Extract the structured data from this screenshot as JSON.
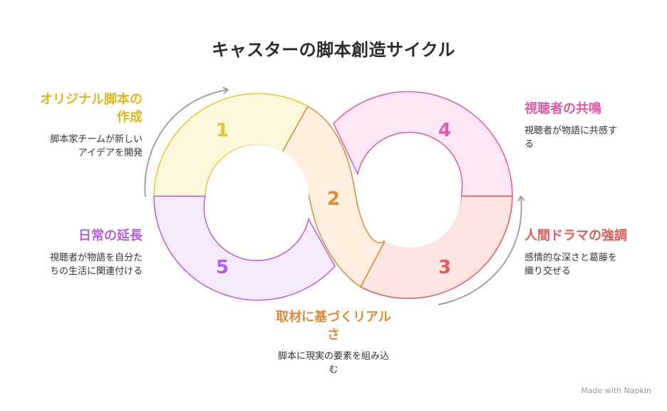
{
  "title": "キャスターの脚本創造サイクル",
  "steps": [
    {
      "number": "1",
      "title_line1": "オリジナル脚本の",
      "title_line2": "作成",
      "desc_line1": "脚本家チームが新しい",
      "desc_line2": "アイデアを開発",
      "color": "#e1c72f",
      "fill": "#fdf8dc"
    },
    {
      "number": "2",
      "title_line1": "取材に基づくリアル",
      "title_line2": "さ",
      "desc_line1": "脚本に現実の要素を組み込",
      "desc_line2": "む",
      "color": "#df8a38",
      "fill": "#feefe1"
    },
    {
      "number": "3",
      "title_line1": "人間ドラマの強調",
      "desc_line1": "感情的な深さと葛藤を",
      "desc_line2": "織り交ぜる",
      "color": "#e05a5a",
      "fill": "#fde5e3"
    },
    {
      "number": "4",
      "title_line1": "視聴者の共鳴",
      "desc_line1": "視聴者が物語に共感す",
      "desc_line2": "る",
      "color": "#e05aa8",
      "fill": "#fde7f4"
    },
    {
      "number": "5",
      "title_line1": "日常の延長",
      "desc_line1": "視聴者が物語を自分た",
      "desc_line2": "ちの生活に関連付ける",
      "color": "#b45ee0",
      "fill": "#f6ebfc"
    }
  ],
  "arrow_color": "#9a9a9a",
  "watermark": {
    "logo_icon": "napkin-logo-icon",
    "text": "Made with Napkin"
  }
}
